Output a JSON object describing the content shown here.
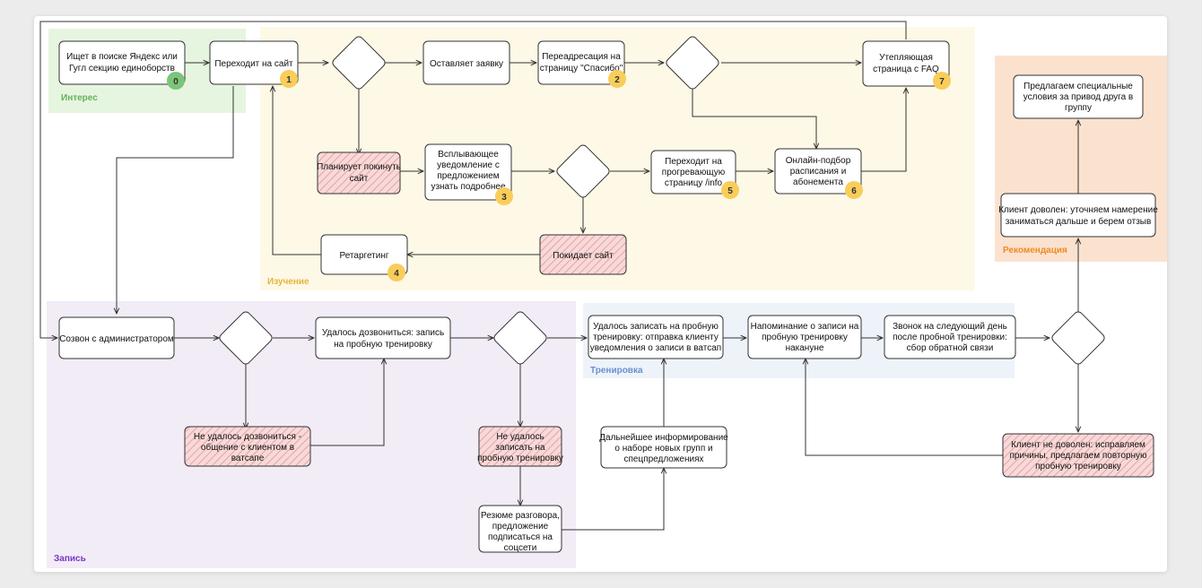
{
  "colors": {
    "interest_zone": "#e6f5df",
    "study_zone": "#fdf9e6",
    "record_zone": "#f2ecf6",
    "training_zone": "#eef3fa",
    "recommend_zone": "#fbe2cf",
    "interest_label": "#62b35a",
    "study_label": "#e9b23c",
    "record_label": "#7a35c9",
    "training_label": "#6a8fd0",
    "recommend_label": "#f08a24",
    "badge_green": "#7cc47a",
    "badge_yellow": "#f9cd5a",
    "box_pink": "#f7d9d9",
    "hatch": "#e7a3a3",
    "stroke": "#333333"
  },
  "zones": {
    "interest": "Интерес",
    "study": "Изучение",
    "record": "Запись",
    "training": "Тренировка",
    "recommend": "Рекомендация"
  },
  "nodes": {
    "search": [
      "Ищет в поиске Яндекс или",
      "Гугл секцию единоборств"
    ],
    "site": [
      "Переходит на сайт"
    ],
    "request": [
      "Оставляет заявку"
    ],
    "redirect": [
      "Переадресация на",
      "страницу \"Спасибо\""
    ],
    "faq": [
      "Утепляющая",
      "страница с FAQ"
    ],
    "plan_leave": [
      "Планирует покинуть",
      "сайт"
    ],
    "popup": [
      "Всплывающее",
      "уведомление с",
      "предложением",
      "узнать подробнее"
    ],
    "info": [
      "Переходит на",
      "прогревающую",
      "страницу /info"
    ],
    "online": [
      "Онлайн-подбор",
      "расписания и",
      "абонемента"
    ],
    "retarget": [
      "Ретаргетинг"
    ],
    "leaves": [
      "Покидает сайт"
    ],
    "call_admin": [
      "Созвон с администратором"
    ],
    "reached": [
      "Удалось дозвониться: запись",
      "на пробную тренировку"
    ],
    "not_reached": [
      "Не удалось дозвониться -",
      "общение с клиентом в",
      "ватсапе"
    ],
    "not_recorded": [
      "Не удалось",
      "записать на",
      "пробную тренировку"
    ],
    "resume": [
      "Резюме разговора,",
      "предложение",
      "подписаться на",
      "соцсети"
    ],
    "recorded": [
      "Удалось записать на пробную",
      "тренировку: отправка клиенту",
      "уведомления о записи в ватсап"
    ],
    "further_info": [
      "Дальнейшее информирование",
      "о наборе новых групп и",
      "спецпредложениях"
    ],
    "reminder": [
      "Напоминание о записи на",
      "пробную тренировку",
      "накануне"
    ],
    "next_day_call": [
      "Звонок на следующий день",
      "после пробной тренировки:",
      "сбор обратной связи"
    ],
    "unhappy": [
      "Клиент не доволен: исправляем",
      "причины, предлагаем повторную",
      "пробную тренировку"
    ],
    "happy": [
      "Клиент доволен: уточняем намерение",
      "заниматься дальше и берем отзыв"
    ],
    "special": [
      "Предлагаем специальные",
      "условия за привод друга в",
      "группу"
    ]
  },
  "badges": {
    "search": "0",
    "site": "1",
    "redirect": "2",
    "popup": "3",
    "retarget": "4",
    "info": "5",
    "online": "6",
    "faq": "7"
  }
}
